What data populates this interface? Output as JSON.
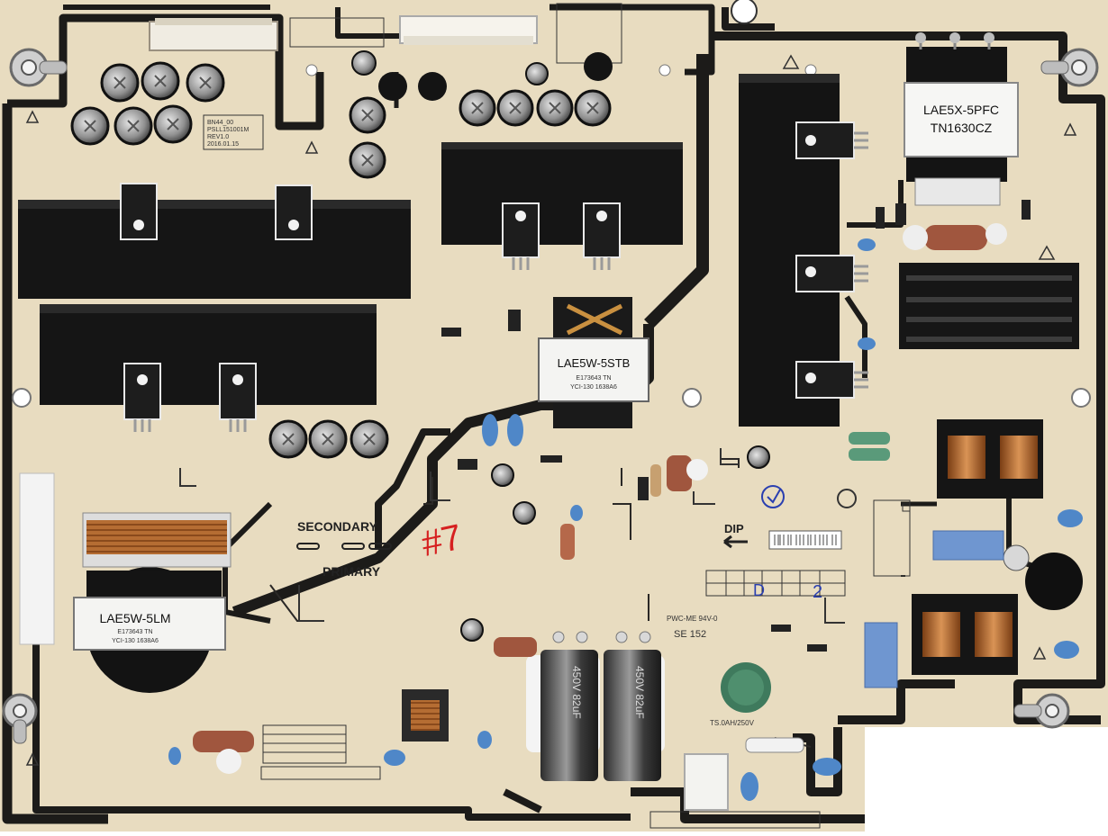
{
  "board": {
    "colors": {
      "board": "#e8dcc0",
      "trace": "#1c1b19",
      "heatsink": "#151515",
      "white": "#f4f4f2",
      "capacitor_blue": "#4f87c8",
      "resistor_brown": "#a0563e",
      "copper": "#b0703a",
      "red_ink": "#d62020",
      "blue_ink": "#2a3fb0",
      "blue_film": "#6f96d0",
      "green": "#3f7a5d"
    }
  },
  "silkscreen": {
    "secondary": "SECONDARY",
    "primary": "PRIMARY",
    "dip": "DIP",
    "board_info_1": "BN44_00",
    "board_info_2": "PSLL151001M",
    "board_info_3": "REV1.0",
    "board_info_4": "2016.01.15",
    "marking": "PWC-ME 94V-0",
    "code": "SE 152",
    "varistor_label": "TS.0AH/250V"
  },
  "transformers": {
    "pfc_line1": "LAE5X-5PFC",
    "pfc_line2": "TN1630CZ",
    "standby_line1": "LAE5W-5STB",
    "standby_line2": "E173643 TN",
    "standby_line3": "YCI-130 1638A6",
    "main_line1": "LAE5W-5LM",
    "main_line2": "E173643 TN",
    "main_line3": "YCI-130 1638A6"
  },
  "capacitors": {
    "bulk_rating": "450V 82uF"
  },
  "handwriting": {
    "red_mark": "#7",
    "blue_mark_1": "D",
    "blue_mark_2": "2"
  }
}
